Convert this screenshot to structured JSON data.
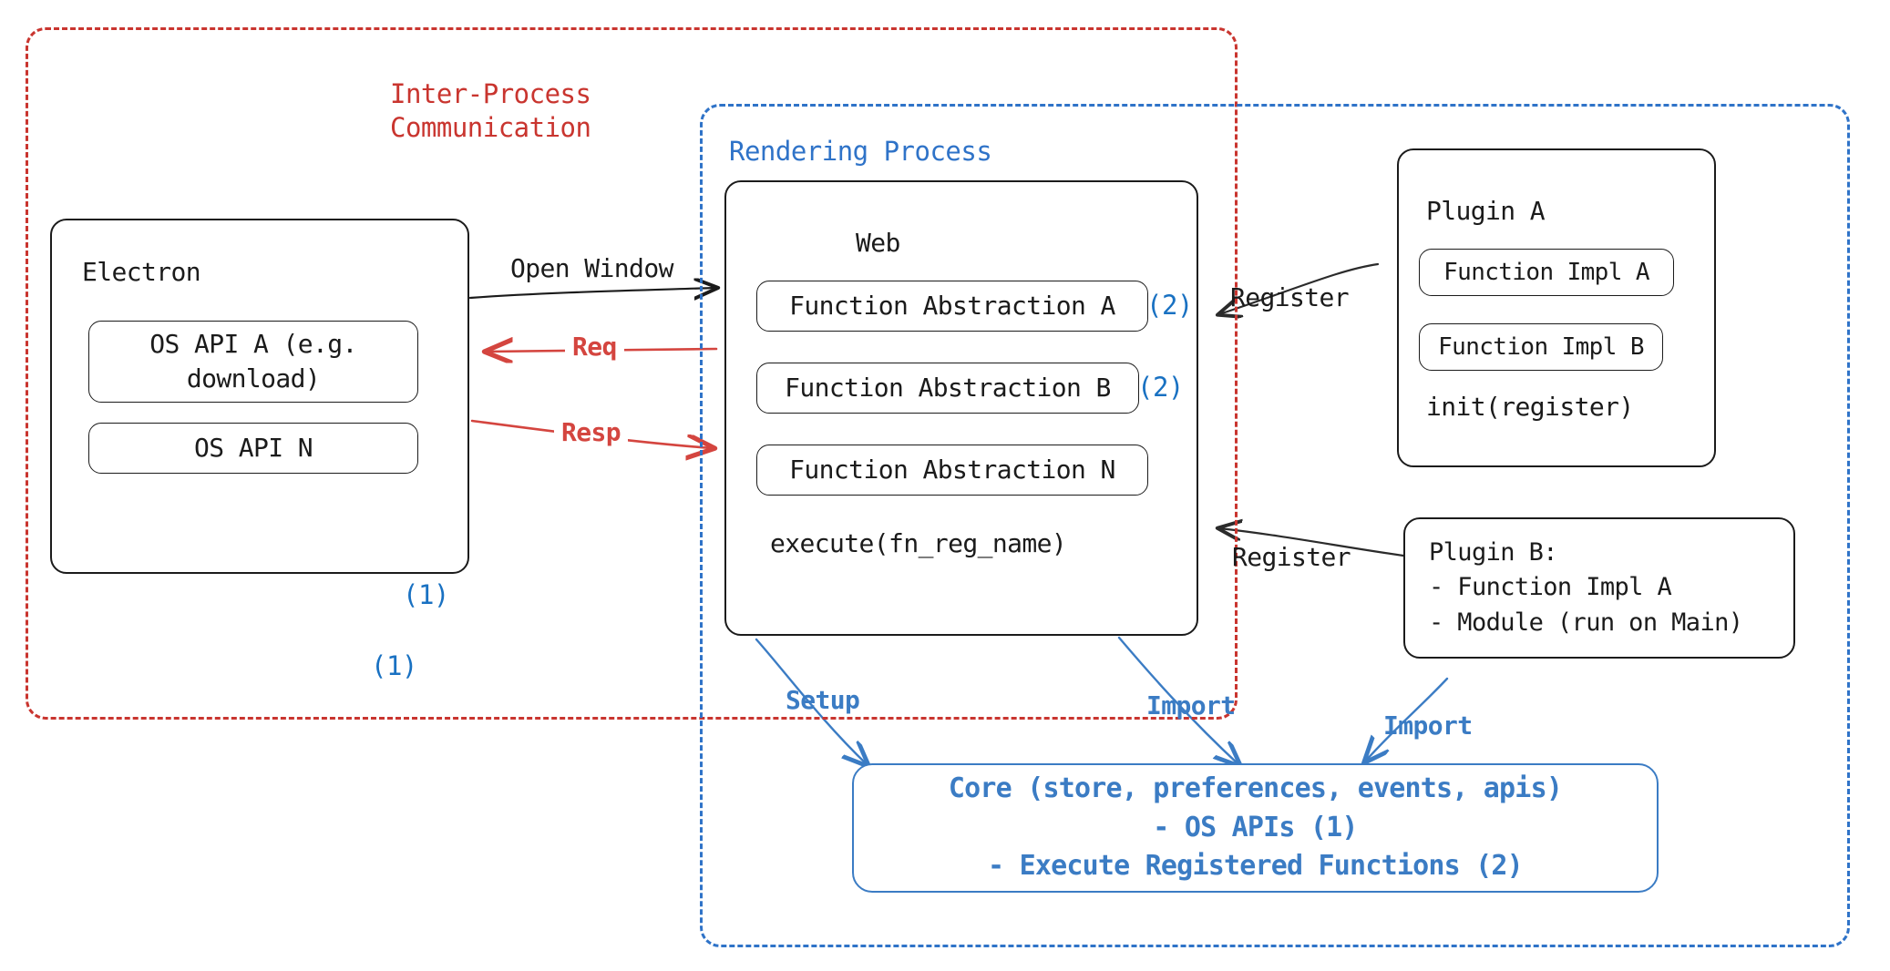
{
  "diagram": {
    "title": "Electron plugin architecture",
    "colors": {
      "ipc_red": "#c9352f",
      "arrow_red": "#d4453f",
      "process_blue": "#2f73c8",
      "core_blue": "#3b7cc4",
      "tag_blue": "#1971c2",
      "ink_black": "#1b1b1b",
      "background": "#ffffff"
    }
  },
  "groups": {
    "ipc": {
      "label": "Inter-Process\nCommunication"
    },
    "rendering_process": {
      "label": "Rendering Process"
    }
  },
  "electron": {
    "title": "Electron",
    "apis": [
      {
        "label": "OS API A (e.g.\ndownload)",
        "tag": "(1)"
      },
      {
        "label": "OS API N",
        "tag": "(1)"
      }
    ]
  },
  "web": {
    "title": "Web",
    "abstractions": [
      {
        "label": "Function Abstraction A",
        "tag": "(2)"
      },
      {
        "label": "Function Abstraction B",
        "tag": "(2)"
      },
      {
        "label": "Function Abstraction N",
        "tag": ""
      }
    ],
    "footer": "execute(fn_reg_name)"
  },
  "plugin_a": {
    "title": "Plugin A",
    "functions": [
      {
        "label": "Function Impl A"
      },
      {
        "label": "Function Impl B"
      }
    ],
    "footer": "init(register)"
  },
  "plugin_b": {
    "lines": "Plugin B:\n- Function Impl A\n- Module (run on Main)"
  },
  "core": {
    "lines": [
      "Core (store, preferences, events, apis)",
      "- OS APIs (1)",
      "- Execute Registered Functions (2)"
    ]
  },
  "arrows": {
    "open_window": "Open Window",
    "req": "Req",
    "resp": "Resp",
    "register_a": "Register",
    "register_b": "Register",
    "setup": "Setup",
    "import_web": "Import",
    "import_plugin_b": "Import"
  }
}
